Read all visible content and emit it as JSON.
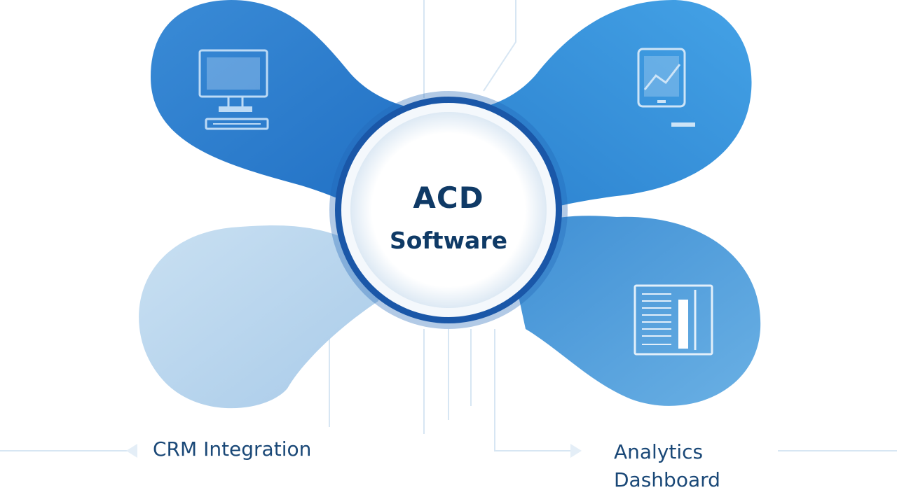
{
  "hub": {
    "title": "ACD",
    "subtitle": "Software"
  },
  "labels": {
    "crm": "CRM Integration",
    "analytics_line1": "Analytics",
    "analytics_line2": "Dashboard"
  },
  "nodes": [
    {
      "position": "top-left",
      "icon": "desktop-computer-icon",
      "color": "#2d7fcf"
    },
    {
      "position": "top-right",
      "icon": "tablet-chart-icon",
      "color": "#3d95da"
    },
    {
      "position": "bottom-left",
      "icon": "none",
      "color": "#bfd9ef"
    },
    {
      "position": "bottom-right",
      "icon": "document-report-icon",
      "color": "#5ea4db"
    }
  ],
  "colors": {
    "hub_ring": "#1a57a8",
    "hub_fill": "#ffffff",
    "text": "#0f3a66",
    "connector": "#d7e6f3"
  }
}
